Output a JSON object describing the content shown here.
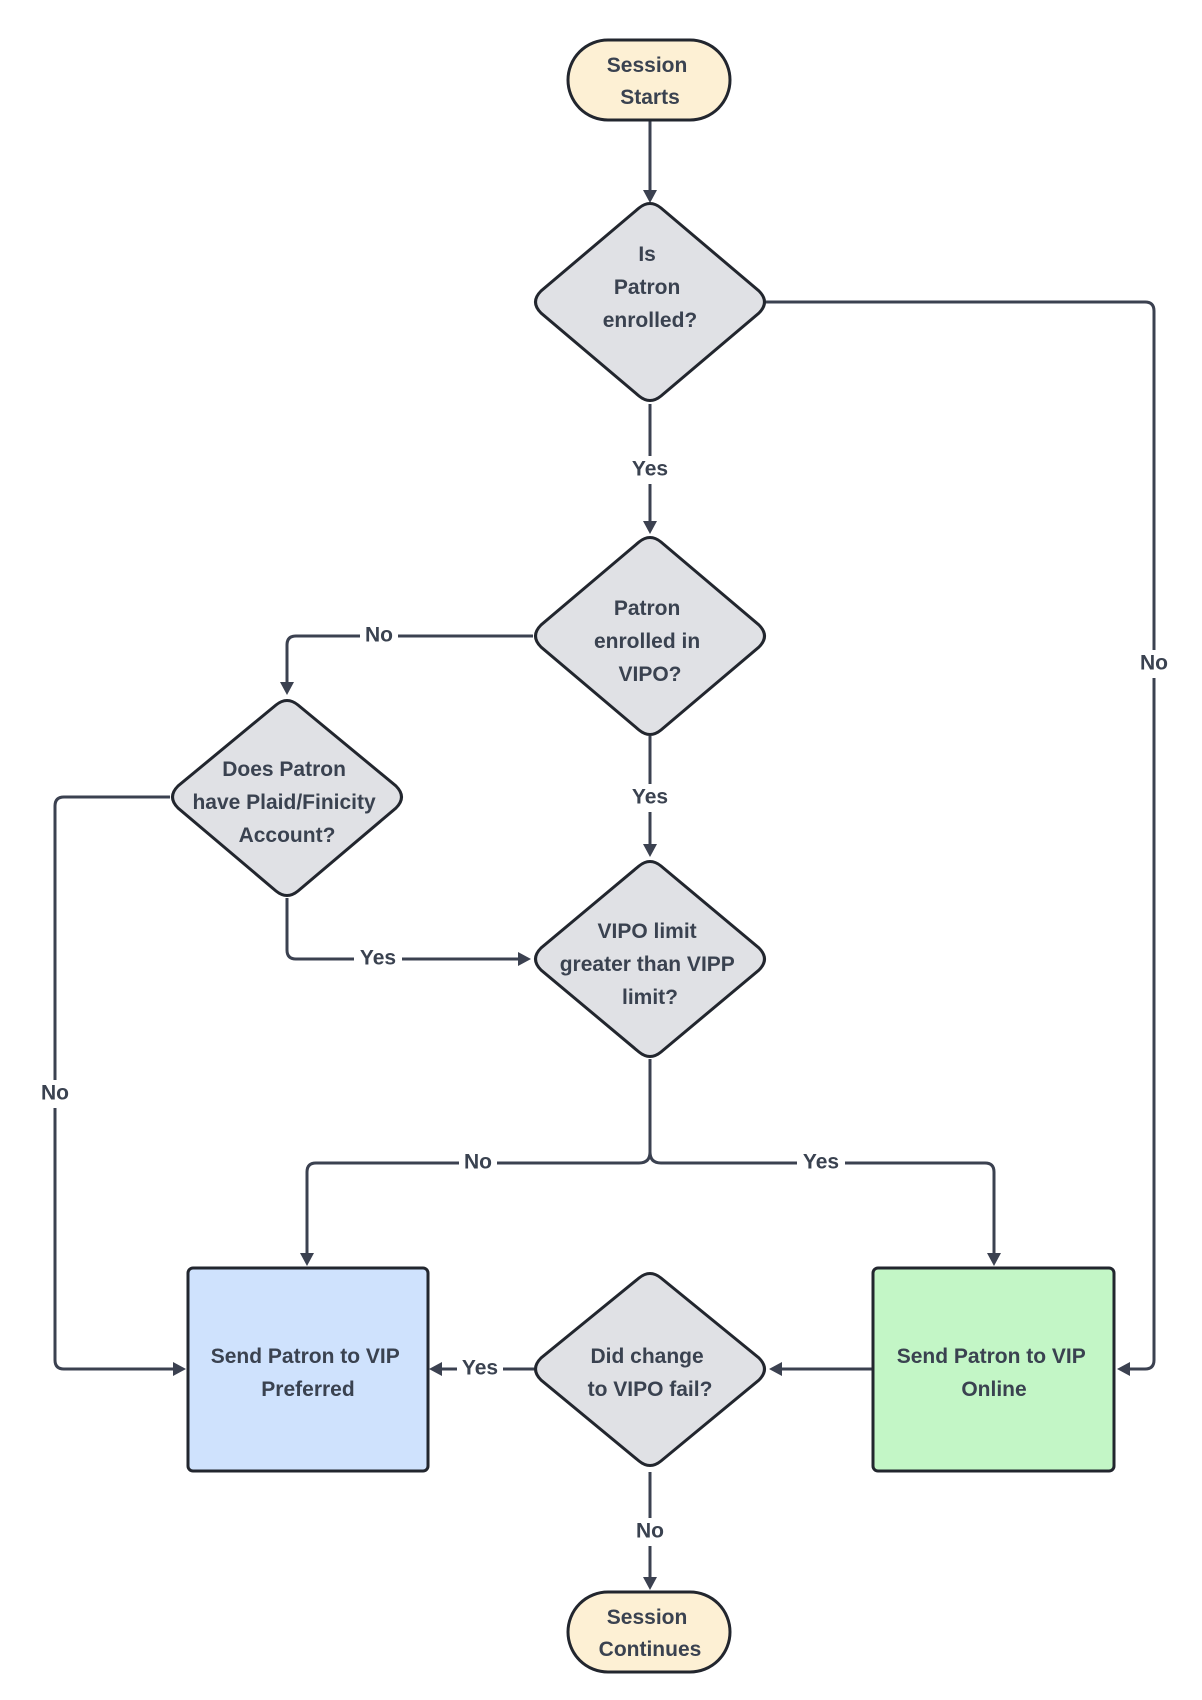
{
  "colors": {
    "terminal_fill": "#fdf0d4",
    "decision_fill": "#e0e1e5",
    "vip_preferred_fill": "#cfe2fd",
    "vip_online_fill": "#c3f6c6",
    "stroke": "#22262e",
    "text": "#3a4250",
    "edge": "#3b4150"
  },
  "nodes": {
    "start": {
      "lines": [
        "Session",
        "Starts"
      ]
    },
    "d_enrolled": {
      "lines": [
        "Is",
        "Patron",
        "enrolled?"
      ]
    },
    "d_vipo": {
      "lines": [
        "Patron",
        "enrolled in",
        "VIPO?"
      ]
    },
    "d_plaid": {
      "lines": [
        "Does Patron",
        "have Plaid/Finicity",
        "Account?"
      ]
    },
    "d_limit": {
      "lines": [
        "VIPO limit",
        "greater than VIPP",
        "limit?"
      ]
    },
    "vip_preferred": {
      "lines": [
        "Send Patron to VIP",
        "Preferred"
      ]
    },
    "d_fail": {
      "lines": [
        "Did change",
        "to VIPO fail?"
      ]
    },
    "vip_online": {
      "lines": [
        "Send Patron to VIP",
        "Online"
      ]
    },
    "end": {
      "lines": [
        "Session",
        "Continues"
      ]
    }
  },
  "edges": {
    "enrolled_yes": "Yes",
    "enrolled_no": "No",
    "vipo_no": "No",
    "vipo_yes": "Yes",
    "plaid_no": "No",
    "plaid_yes": "Yes",
    "limit_no": "No",
    "limit_yes": "Yes",
    "fail_yes": "Yes",
    "fail_no": "No"
  }
}
